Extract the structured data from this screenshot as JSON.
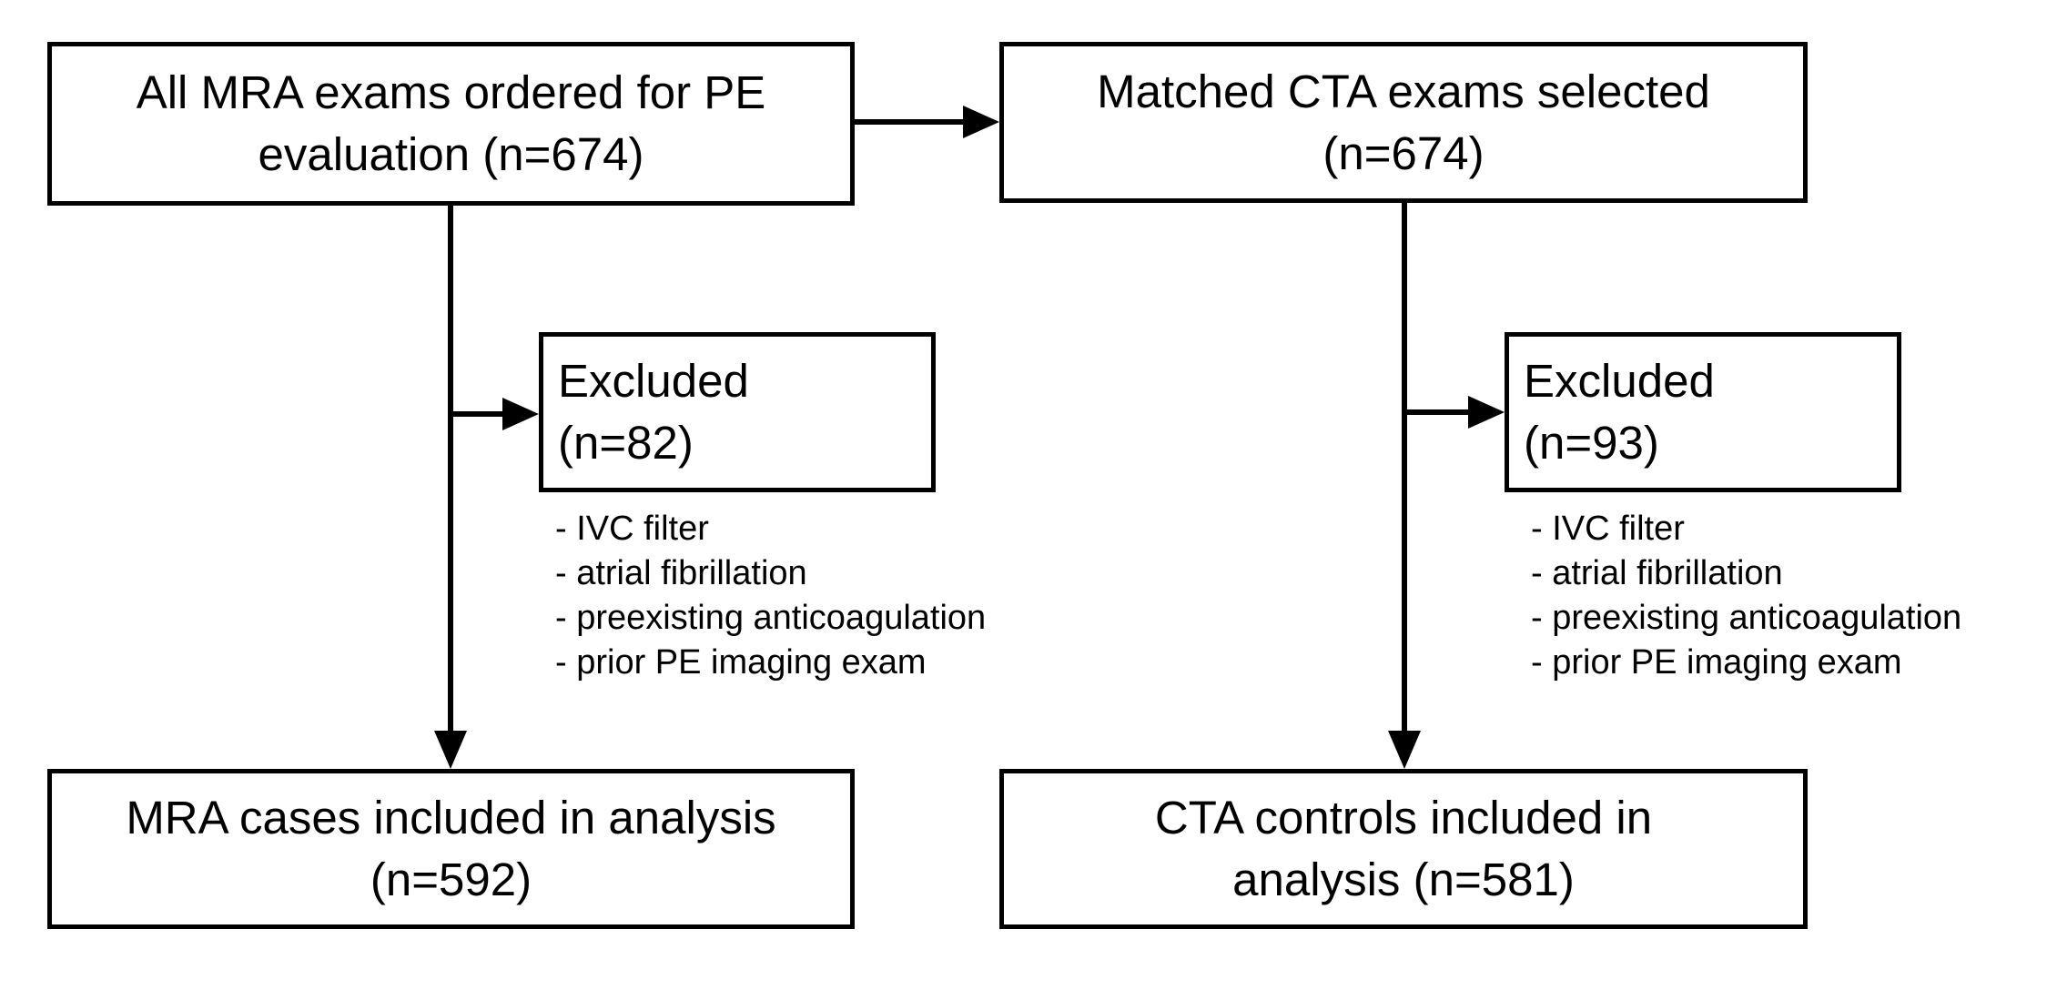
{
  "colors": {
    "background": "#ffffff",
    "line": "#000000"
  },
  "boxes": {
    "mra_ordered": {
      "line1": "All MRA exams ordered for PE",
      "line2": "evaluation (n=674)"
    },
    "cta_matched": {
      "line1": "Matched CTA exams selected",
      "line2": "(n=674)"
    },
    "mra_excluded": {
      "line1": "Excluded",
      "line2": "(n=82)"
    },
    "cta_excluded": {
      "line1": "Excluded",
      "line2": "(n=93)"
    },
    "mra_included": {
      "line1": "MRA cases included in analysis",
      "line2": "(n=592)"
    },
    "cta_included": {
      "line1": "CTA controls included in",
      "line2": "analysis (n=581)"
    }
  },
  "reasons_mra": [
    "- IVC filter",
    "- atrial fibrillation",
    "- preexisting anticoagulation",
    "- prior PE imaging exam"
  ],
  "reasons_cta": [
    "- IVC filter",
    "- atrial fibrillation",
    "- preexisting anticoagulation",
    "- prior PE imaging exam"
  ]
}
